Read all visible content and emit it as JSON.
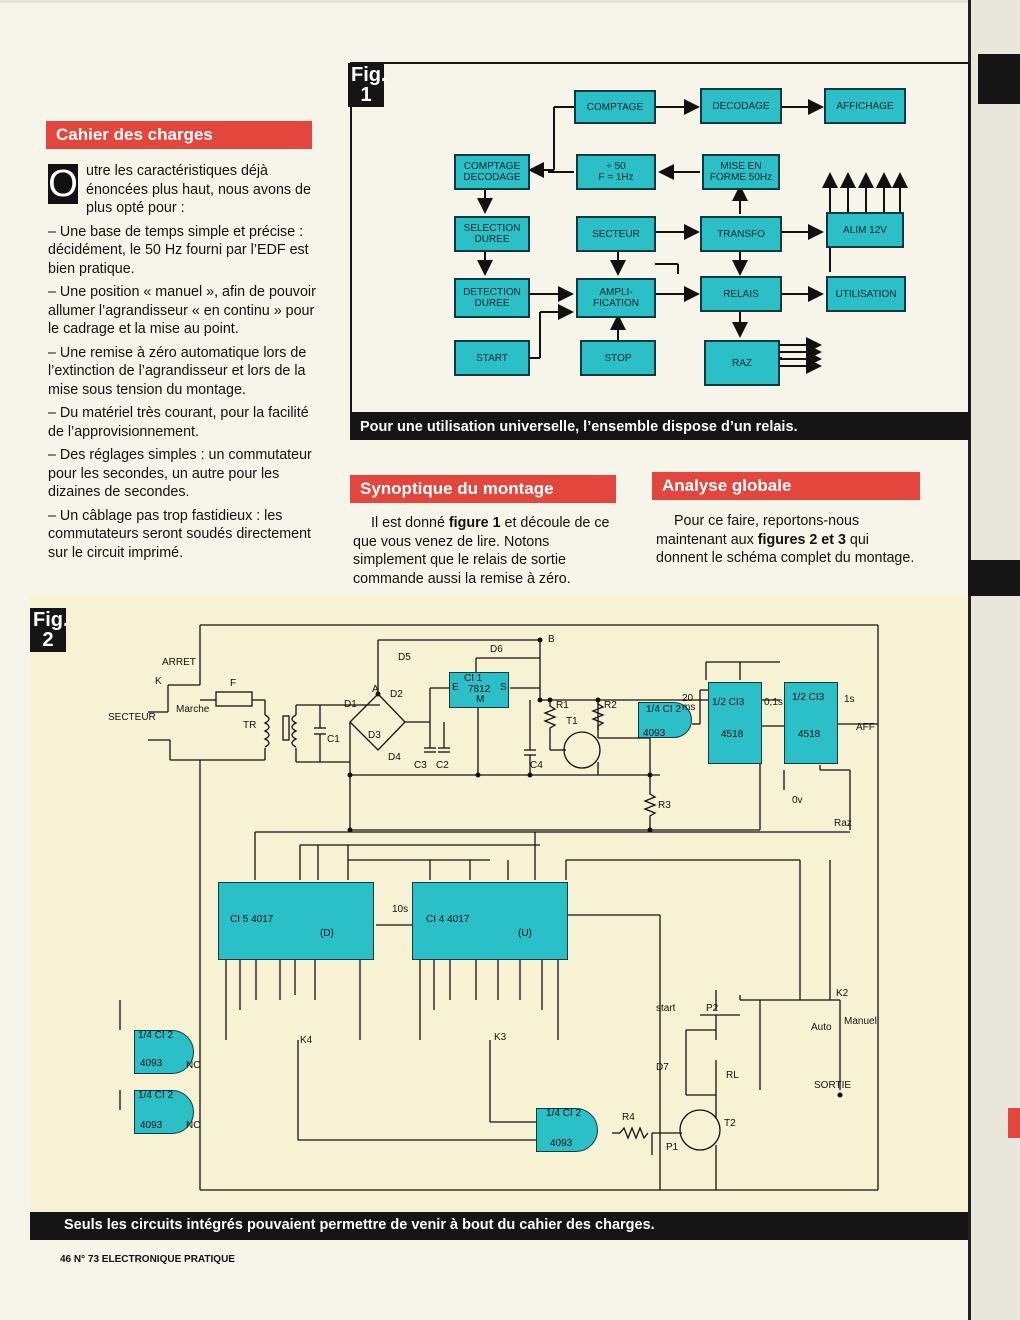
{
  "page": {
    "footer": "46 N° 73 ELECTRONIQUE PRATIQUE"
  },
  "cahier": {
    "title": "Cahier des charges",
    "dropcap": "O",
    "intro": "utre les caractéristiques déjà énoncées plus haut, nous avons de plus opté pour :",
    "items": [
      "– Une base de temps simple et précise : décidément, le 50 Hz fourni par l’EDF est bien pratique.",
      "– Une position « manuel », afin de pouvoir allumer l’agrandisseur « en continu » pour le cadrage et la mise au point.",
      "– Une remise à zéro automatique lors de l’extinction de l’agrandisseur et lors de la mise sous tension du montage.",
      "– Du matériel très courant, pour la facilité de l’approvisionnement.",
      "– Des réglages simples : un commutateur pour les secondes, un autre pour les dizaines de secondes.",
      "– Un câblage pas trop fastidieux : les commutateurs seront soudés directement sur le circuit imprimé."
    ]
  },
  "fig1": {
    "tag_line1": "Fig.",
    "tag_line2": "1",
    "caption": "Pour une utilisation universelle, l’ensemble dispose d’un relais.",
    "blocks": {
      "comptage": "COMPTAGE",
      "decodage": "DECODAGE",
      "affichage": "AFFICHAGE",
      "comptage_decodage": "COMPTAGE\nDECODAGE",
      "div50": "÷ 50\nF = 1Hz",
      "mise_en_forme": "MISE  EN\nFORME 50Hz",
      "selection": "SELECTION\nDUREE",
      "secteur": "SECTEUR",
      "transfo": "TRANSFO",
      "alim": "ALIM    12V",
      "detection": "DETECTION\nDUREE",
      "amplification": "AMPLI-\nFICATION",
      "relais": "RELAIS",
      "utilisation": "UTILISATION",
      "start": "START",
      "stop": "STOP",
      "raz": "RAZ"
    }
  },
  "synoptique": {
    "title": "Synoptique du montage",
    "text_before": "Il est donné ",
    "bold": "figure 1",
    "text_after": " et découle de ce que vous venez de lire. Notons simplement que le relais de sortie commande aussi la remise à zéro."
  },
  "analyse": {
    "title": "Analyse globale",
    "text_before": "Pour ce faire, reportons-nous maintenant aux ",
    "bold": "figures 2 et 3",
    "text_after": " qui donnent le schéma complet du montage."
  },
  "fig2": {
    "tag_line1": "Fig.",
    "tag_line2": "2",
    "caption": "Seuls les circuits intégrés pouvaient permettre de venir à bout du cahier des charges.",
    "labels": {
      "arret": "ARRET",
      "k": "K",
      "marche": "Marche",
      "secteur": "SECTEUR",
      "f": "F",
      "tr": "TR",
      "c1": "C1",
      "d1": "D1",
      "d2": "D2",
      "d3": "D3",
      "d4": "D4",
      "d5": "D5",
      "d6": "D6",
      "a": "A",
      "b": "B",
      "c2": "C2",
      "c3": "C3",
      "c4": "C4",
      "ci1": "CI 1",
      "reg": "7812",
      "e": "E",
      "s": "S",
      "m": "M",
      "r1": "R1",
      "r2": "R2",
      "r3": "R3",
      "r4": "R4",
      "t1": "T1",
      "t2": "T2",
      "ci2a": "1/4 CI 2",
      "nand": "4093",
      "cc13a": "1/2 CI3",
      "cc13b": "1/2 CI3",
      "chip4518": "4518",
      "ci5": "CI 5   4017",
      "ci4": "CI 4   4017",
      "d_label": "(D)",
      "u_label": "(U)",
      "aff": "AFF",
      "raz": "Raz",
      "ov": "0v",
      "k2": "K2",
      "k3": "K3",
      "k4": "K4",
      "auto": "Auto",
      "manuel": "Manuel",
      "sortie": "SORTIE",
      "start": "start",
      "p1": "P1",
      "p2": "P2",
      "d7": "D7",
      "rl": "RL",
      "nc": "NC",
      "s20ms": "20\nms",
      "s01": "0,1s",
      "s1": "1s",
      "s10": "10s"
    }
  }
}
